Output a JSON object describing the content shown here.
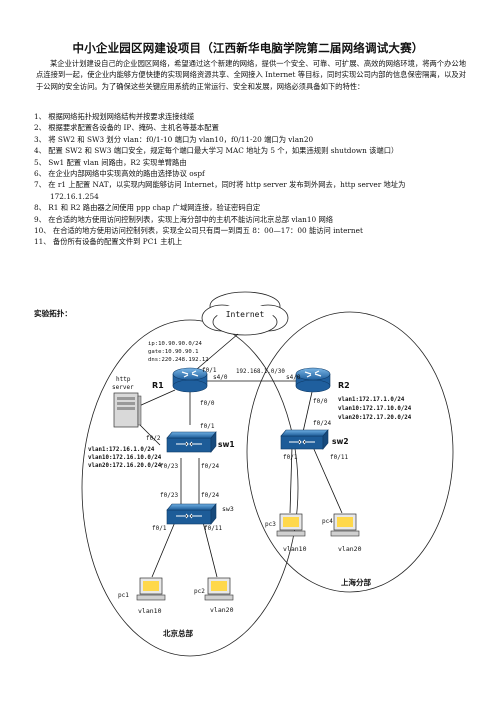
{
  "title": "中小企业园区网建设项目（江西新华电脑学院第二届网络调试大赛）",
  "intro": "某企业计划建设自己的企业园区网络，希望通过这个新建的网络，提供一个安全、可靠、可扩展、高效的网络环境，将两个办公地点连接到一起，使企业内能够方便快捷的实现网络资源共享、全网接入 Internet 等目标，同时实现公司内部的信息保密隔离，以及对于公网的安全访问。为了确保这些关键应用系统的正常运行、安全和发展，网络必须具备如下的特性：",
  "items": [
    "1、 根据网络拓扑规划网络结构并按要求连接线缆",
    "2、 根据要求配置各设备的 IP、掩码、主机名等基本配置",
    "3、 将 SW2 和 SW3 划分 vlan：f0/1-10 端口为 vlan10，f0/11-20 端口为 vlan20",
    "4、 配置 SW2 和 SW3 端口安全，规定每个端口最大学习 MAC 地址为 5 个，如果违规则 shutdown 该端口）",
    "5、 Sw1 配置 vlan 间路由，R2 实现单臂路由",
    "6、 在企业内部网络中实现高效的路由选择协议 ospf",
    "7、 在 r1 上配置 NAT，以实现内网能够访问 Internet，同时将 http server 发布到外网去，http server 地址为",
    "172.16.1.254",
    "8、 R1 和 R2 路由器之间使用 ppp chap 广域网连接，验证密码自定",
    "9、 在合适的地方使用访问控制列表，实现上海分部中的主机不能访问北京总部 vlan10 网络",
    "10、  在合适的地方使用访问控制列表，实现全公司只有周一到周五 8：00—17：00 能访问 internet",
    "11、  备份所有设备的配置文件到 PC1 主机上"
  ],
  "lab_title": "实验拓扑：",
  "diagram": {
    "internet": "Internet",
    "isp_info": [
      "ip:10.90.90.0/24",
      "gate:10.90.90.1",
      "dns:220.248.192.12"
    ],
    "server": [
      "http",
      "server"
    ],
    "r1": "R1",
    "r2": "R2",
    "sw1": "sw1",
    "sw2": "sw2",
    "sw3": "sw3",
    "wan_net": "192.168.1.0/30",
    "r1_f01": "f0/1",
    "r1_s40": "s4/0",
    "r1_f00": "f0/0",
    "r2_s40": "s4/0",
    "r2_f00": "f0/0",
    "sw1_f01": "f0/1",
    "sw1_f02": "f0/2",
    "sw1_f023": "f0/23",
    "sw1_f024": "f0/24",
    "sw3_f023": "f0/23",
    "sw3_f024": "f0/24",
    "sw3_f01": "f0/1",
    "sw3_f011": "f0/11",
    "sw2_f024": "f0/24",
    "sw2_f01": "f0/1",
    "sw2_f011": "f0/11",
    "bj_vlans": [
      "vlan1:172.16.1.0/24",
      "vlan10:172.16.10.0/24",
      "vlan20:172.16.20.0/24"
    ],
    "sh_vlans": [
      "vlan1:172.17.1.0/24",
      "vlan10:172.17.10.0/24",
      "vlan20:172.17.20.0/24"
    ],
    "pc1": "pc1",
    "pc2": "pc2",
    "pc3": "pc3",
    "pc4": "pc4",
    "pc1_vlan": "vlan10",
    "pc2_vlan": "vlan20",
    "pc3_vlan": "vlan10",
    "pc4_vlan": "vlan20",
    "beijing": "北京总部",
    "shanghai": "上海分部"
  }
}
